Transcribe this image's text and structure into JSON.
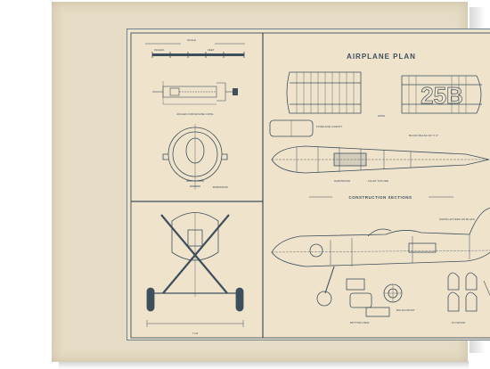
{
  "plan": {
    "title": "AIRPLANE PLAN",
    "section_heading": "CONSTRUCTION SECTIONS",
    "scale": {
      "label": "SCALE",
      "inches": "INCHES",
      "feet": "FEET"
    },
    "wing_number": "25B",
    "engine": {
      "angles_label": "ANGLES FOR ENGINE COWL",
      "drawing_note": "BIRDWOOD"
    },
    "gear": {
      "dimension": "7 1/2"
    },
    "labels": {
      "wing": "WING",
      "fuselage_canopy": "FUSELAGE CANOPY",
      "block_balsa": "BLOCK BALSA 3/4\" X 3\"",
      "fillet_sutures": "FILLET SUTURE",
      "hardwood": "HARDWOOD",
      "bottom_view": "BOTTOM VIEW",
      "balsa_front": "BALSA FRONT",
      "white_letters": "WHITE LETTERS ON BLACK",
      "plywood": "PLYWOOD"
    }
  },
  "colors": {
    "ink": "#3d4f5c",
    "paper": "#f0e3cc",
    "mat": "#e6dcc6",
    "border": "#6c8391"
  }
}
